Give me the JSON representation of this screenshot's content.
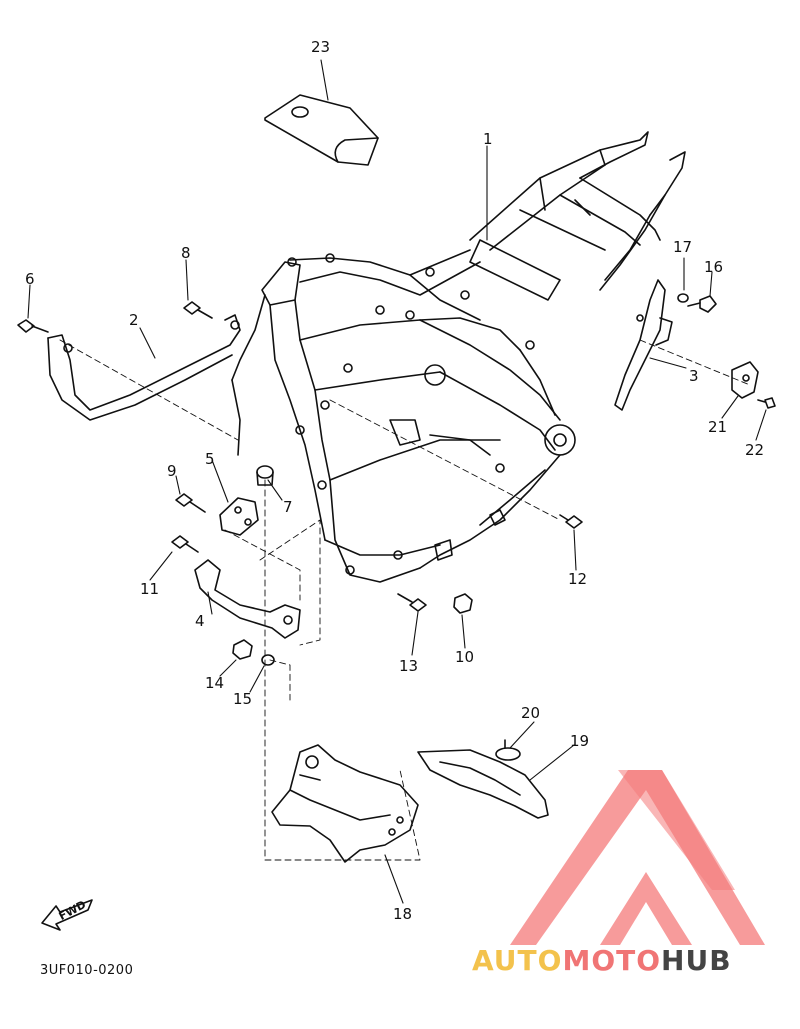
{
  "diagram_code": "3UF010-0200",
  "fwd_label": "FWD",
  "brand": {
    "part1": "AUTO",
    "part2": "MOTO",
    "part3": "HUB",
    "colors": {
      "auto": "#f3c24c",
      "moto": "#f07575",
      "hub": "#444444",
      "triangle": "#f47a7a"
    }
  },
  "callouts": {
    "c1": "1",
    "c2": "2",
    "c3": "3",
    "c4": "4",
    "c5": "5",
    "c6": "6",
    "c7": "7",
    "c8": "8",
    "c9": "9",
    "c10": "10",
    "c11": "11",
    "c12": "12",
    "c13": "13",
    "c14": "14",
    "c15": "15",
    "c16": "16",
    "c17": "17",
    "c18": "18",
    "c19": "19",
    "c20": "20",
    "c21": "21",
    "c22": "22",
    "c23": "23"
  }
}
